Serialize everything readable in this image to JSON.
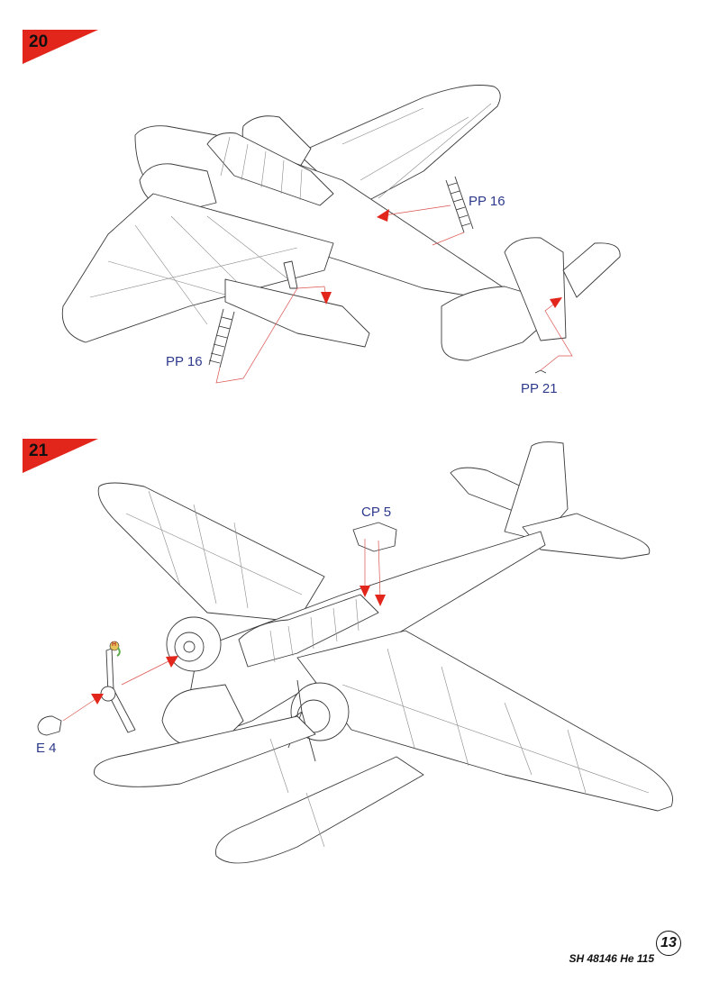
{
  "steps": [
    {
      "number": "20"
    },
    {
      "number": "21"
    }
  ],
  "callouts": {
    "pp16_upper": "PP 16",
    "pp16_lower": "PP 16",
    "pp21": "PP 21",
    "cp5": "CP 5",
    "e4": "E 4"
  },
  "option_marker": "H",
  "footer": {
    "product": "SH 48146 He 115",
    "page": "13"
  },
  "colors": {
    "accent": "#e2261c",
    "callout_text": "#2e3a8c",
    "line": "#3a3a3a"
  }
}
